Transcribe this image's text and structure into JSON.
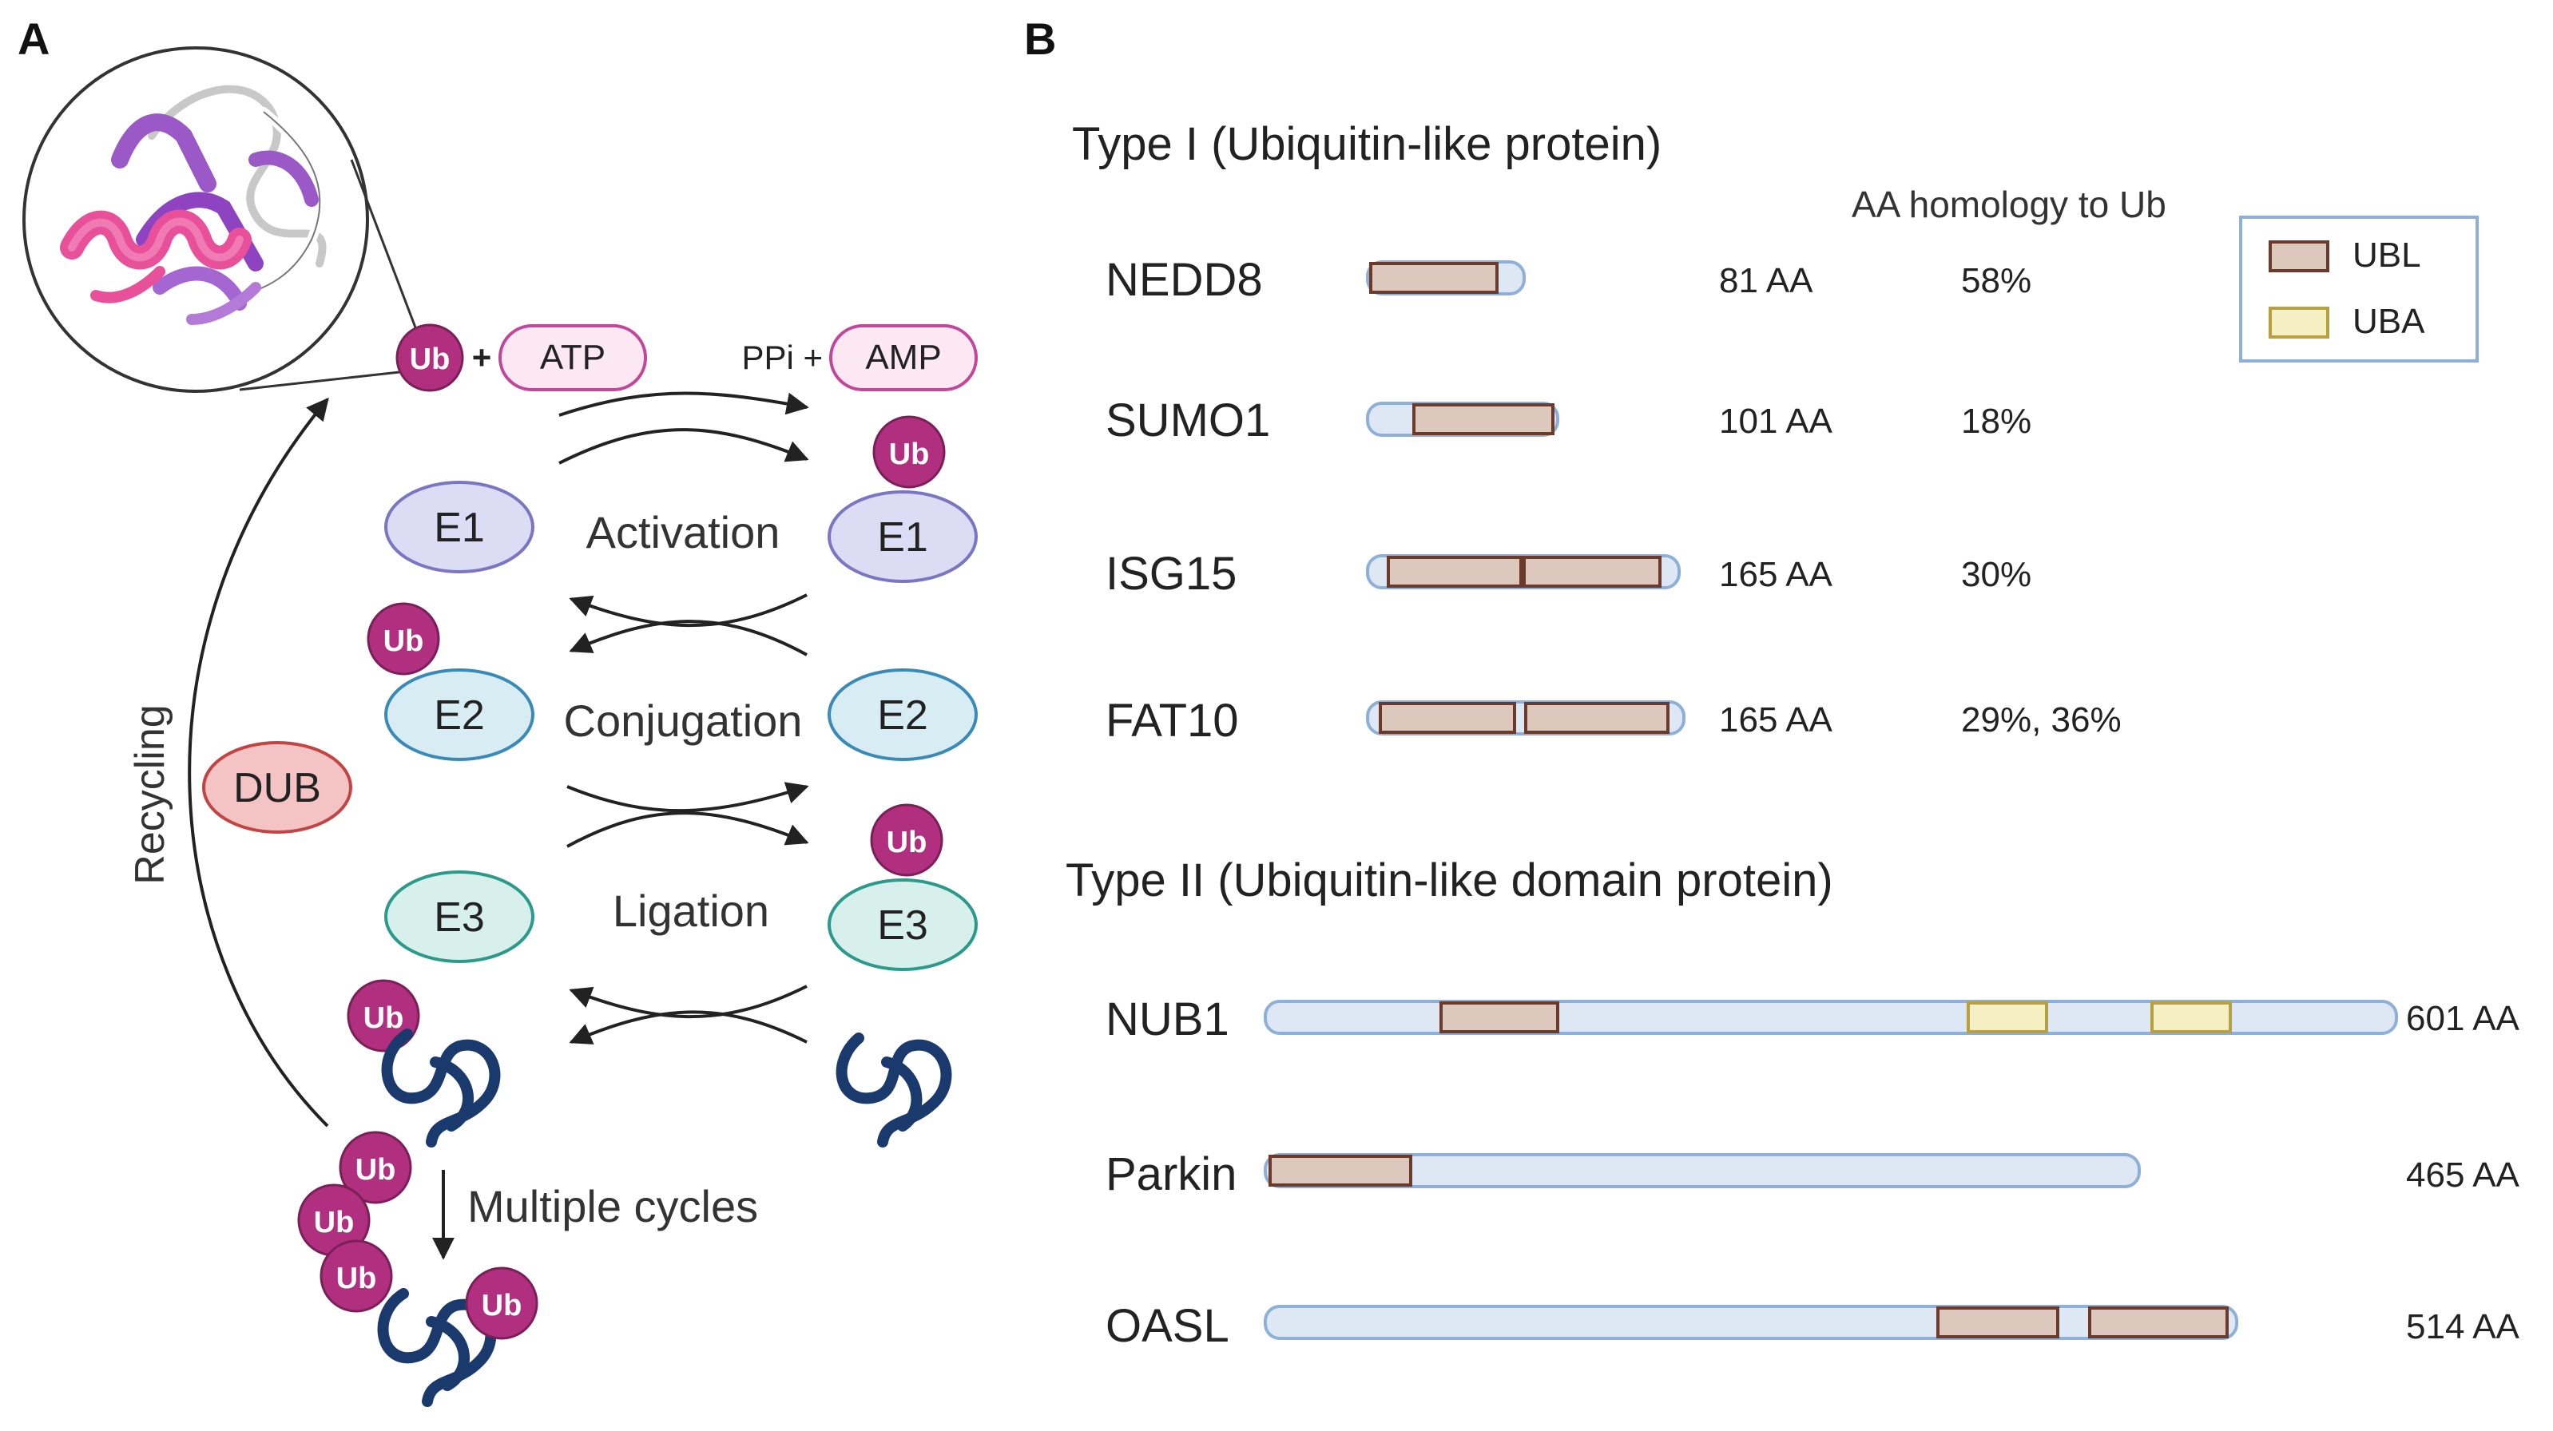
{
  "panel_a": {
    "label": "A",
    "ub": "Ub",
    "plus": "+",
    "atp": "ATP",
    "ppi_plus": "PPi +",
    "amp": "AMP",
    "e1": "E1",
    "e2": "E2",
    "e3": "E3",
    "activation": "Activation",
    "conjugation": "Conjugation",
    "ligation": "Ligation",
    "dub": "DUB",
    "recycling": "Recycling",
    "multiple_cycles": "Multiple cycles"
  },
  "panel_b": {
    "label": "B",
    "type1_title": "Type I (Ubiquitin-like protein)",
    "homology_header": "AA homology to Ub",
    "type2_title": "Type II (Ubiquitin-like domain protein)",
    "legend": [
      {
        "label": "UBL",
        "color": "#dcc8bc",
        "stroke": "#6b3a2a"
      },
      {
        "label": "UBA",
        "color": "#f5f0c4",
        "stroke": "#b8a040"
      }
    ],
    "type1_proteins": [
      {
        "name": "NEDD8",
        "length": "81 AA",
        "homology": "58%",
        "aa": 81
      },
      {
        "name": "SUMO1",
        "length": "101 AA",
        "homology": "18%",
        "aa": 101
      },
      {
        "name": "ISG15",
        "length": "165 AA",
        "homology": "30%",
        "aa": 165
      },
      {
        "name": "FAT10",
        "length": "165 AA",
        "homology": "29%,  36%",
        "aa": 165
      }
    ],
    "type2_proteins": [
      {
        "name": "NUB1",
        "length": "601 AA",
        "aa": 601
      },
      {
        "name": "Parkin",
        "length": "465 AA",
        "aa": 465
      },
      {
        "name": "OASL",
        "length": "514 AA",
        "aa": 514
      }
    ]
  },
  "colors": {
    "ub": "#b0307f",
    "atp_stroke": "#c2479a",
    "e1_fill": "#dcdcf4",
    "e1_stroke": "#7a76c4",
    "e2_fill": "#d8ecf4",
    "e2_stroke": "#3a8ab8",
    "e3_fill": "#d8f0ec",
    "e3_stroke": "#2c9a8a",
    "dub_fill": "#f4c4c4",
    "dub_stroke": "#c44444",
    "bar_fill": "#dde8f4",
    "bar_stroke": "#8eb0d8",
    "substrate": "#1a3a6e",
    "legend_border": "#8eb0d8"
  }
}
